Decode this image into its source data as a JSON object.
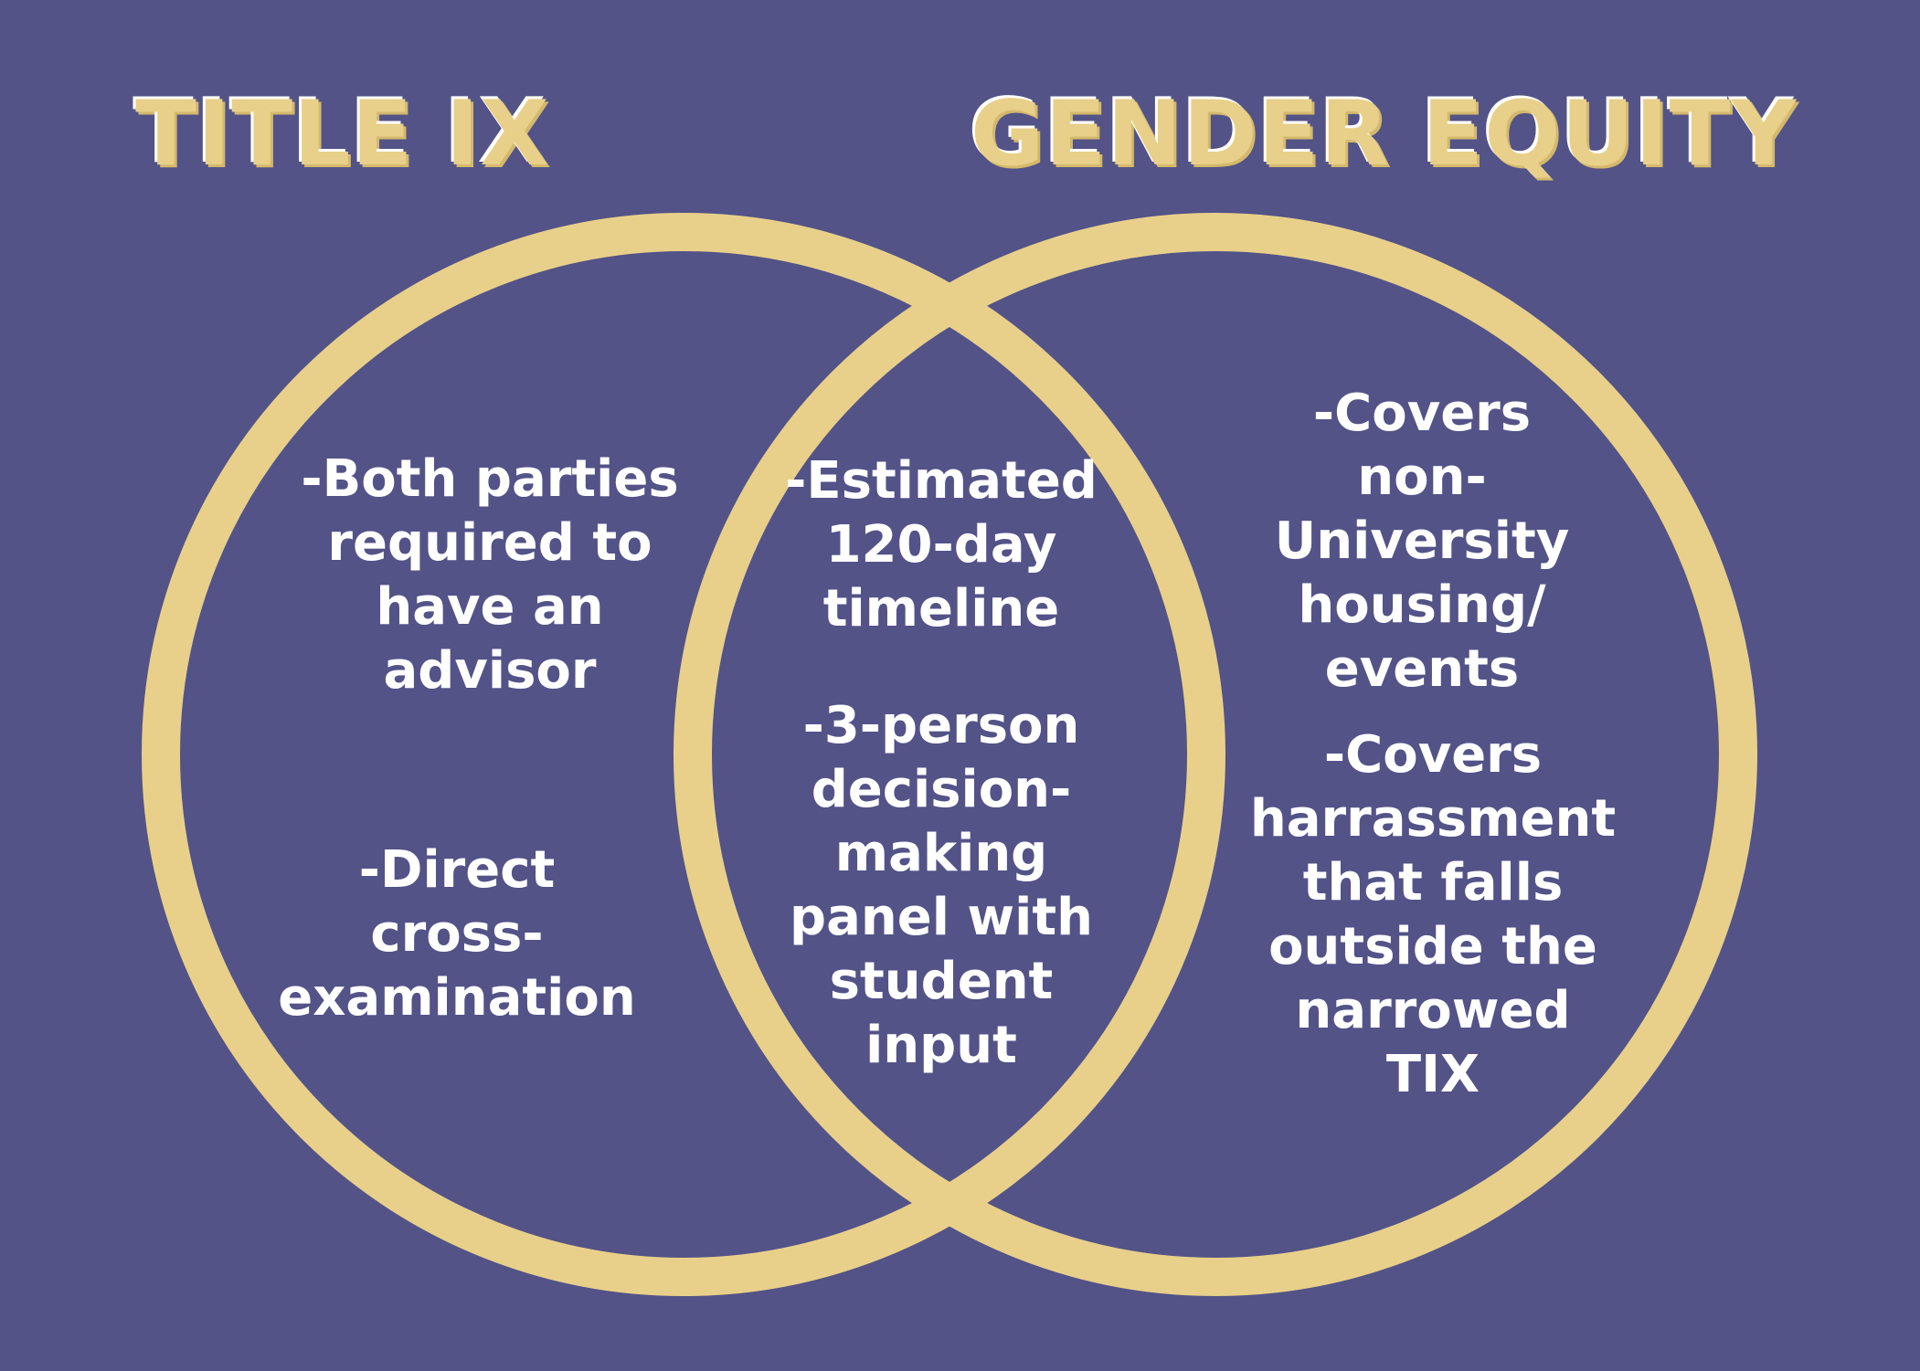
{
  "titles": {
    "left": "TITLE IX",
    "right": "GENDER EQUITY"
  },
  "colors": {
    "background": "#535388",
    "ring": "#E8D08A",
    "title": "#E8D08A",
    "text": "#FFFFFF"
  },
  "left_items": [
    {
      "text": "-Both parties\nrequired to\nhave an\nadvisor"
    },
    {
      "text": "-Direct\ncross-\nexamination"
    }
  ],
  "center_items": [
    {
      "text": "-Estimated\n120-day\ntimeline"
    },
    {
      "text": "-3-person\ndecision-\nmaking\npanel with\nstudent\ninput"
    }
  ],
  "right_items": [
    {
      "text": "-Covers\nnon-\nUniversity\nhousing/\nevents"
    },
    {
      "text": "-Covers\nharrassment\nthat falls\noutside the\nnarrowed\nTIX"
    }
  ]
}
